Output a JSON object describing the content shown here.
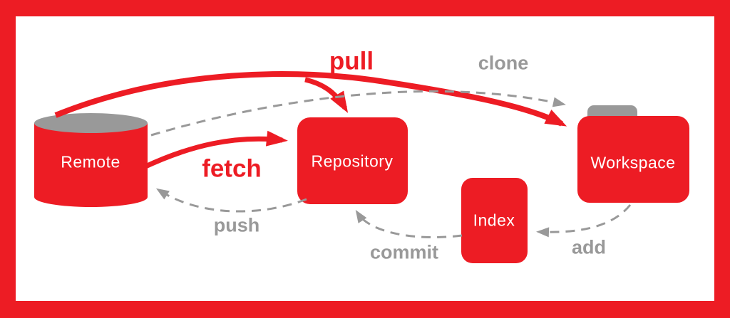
{
  "diagram": {
    "nodes": [
      {
        "id": "remote",
        "label": "Remote",
        "shape": "cylinder"
      },
      {
        "id": "repository",
        "label": "Repository",
        "shape": "rounded-rect"
      },
      {
        "id": "index",
        "label": "Index",
        "shape": "rounded-rect"
      },
      {
        "id": "workspace",
        "label": "Workspace",
        "shape": "folder"
      }
    ],
    "edges": [
      {
        "label": "pull",
        "from": "remote",
        "to": "workspace",
        "style": "solid",
        "color": "#ED1C24"
      },
      {
        "label": "clone",
        "from": "remote",
        "to": "workspace",
        "style": "dashed",
        "color": "#999999"
      },
      {
        "label": "fetch",
        "from": "remote",
        "to": "repository",
        "style": "solid",
        "color": "#ED1C24"
      },
      {
        "label": "push",
        "from": "repository",
        "to": "remote",
        "style": "dashed",
        "color": "#999999"
      },
      {
        "label": "commit",
        "from": "index",
        "to": "repository",
        "style": "dashed",
        "color": "#999999"
      },
      {
        "label": "add",
        "from": "workspace",
        "to": "index",
        "style": "dashed",
        "color": "#999999"
      }
    ]
  },
  "colors": {
    "red": "#ED1C24",
    "gray": "#999999",
    "white": "#FFFFFF"
  }
}
